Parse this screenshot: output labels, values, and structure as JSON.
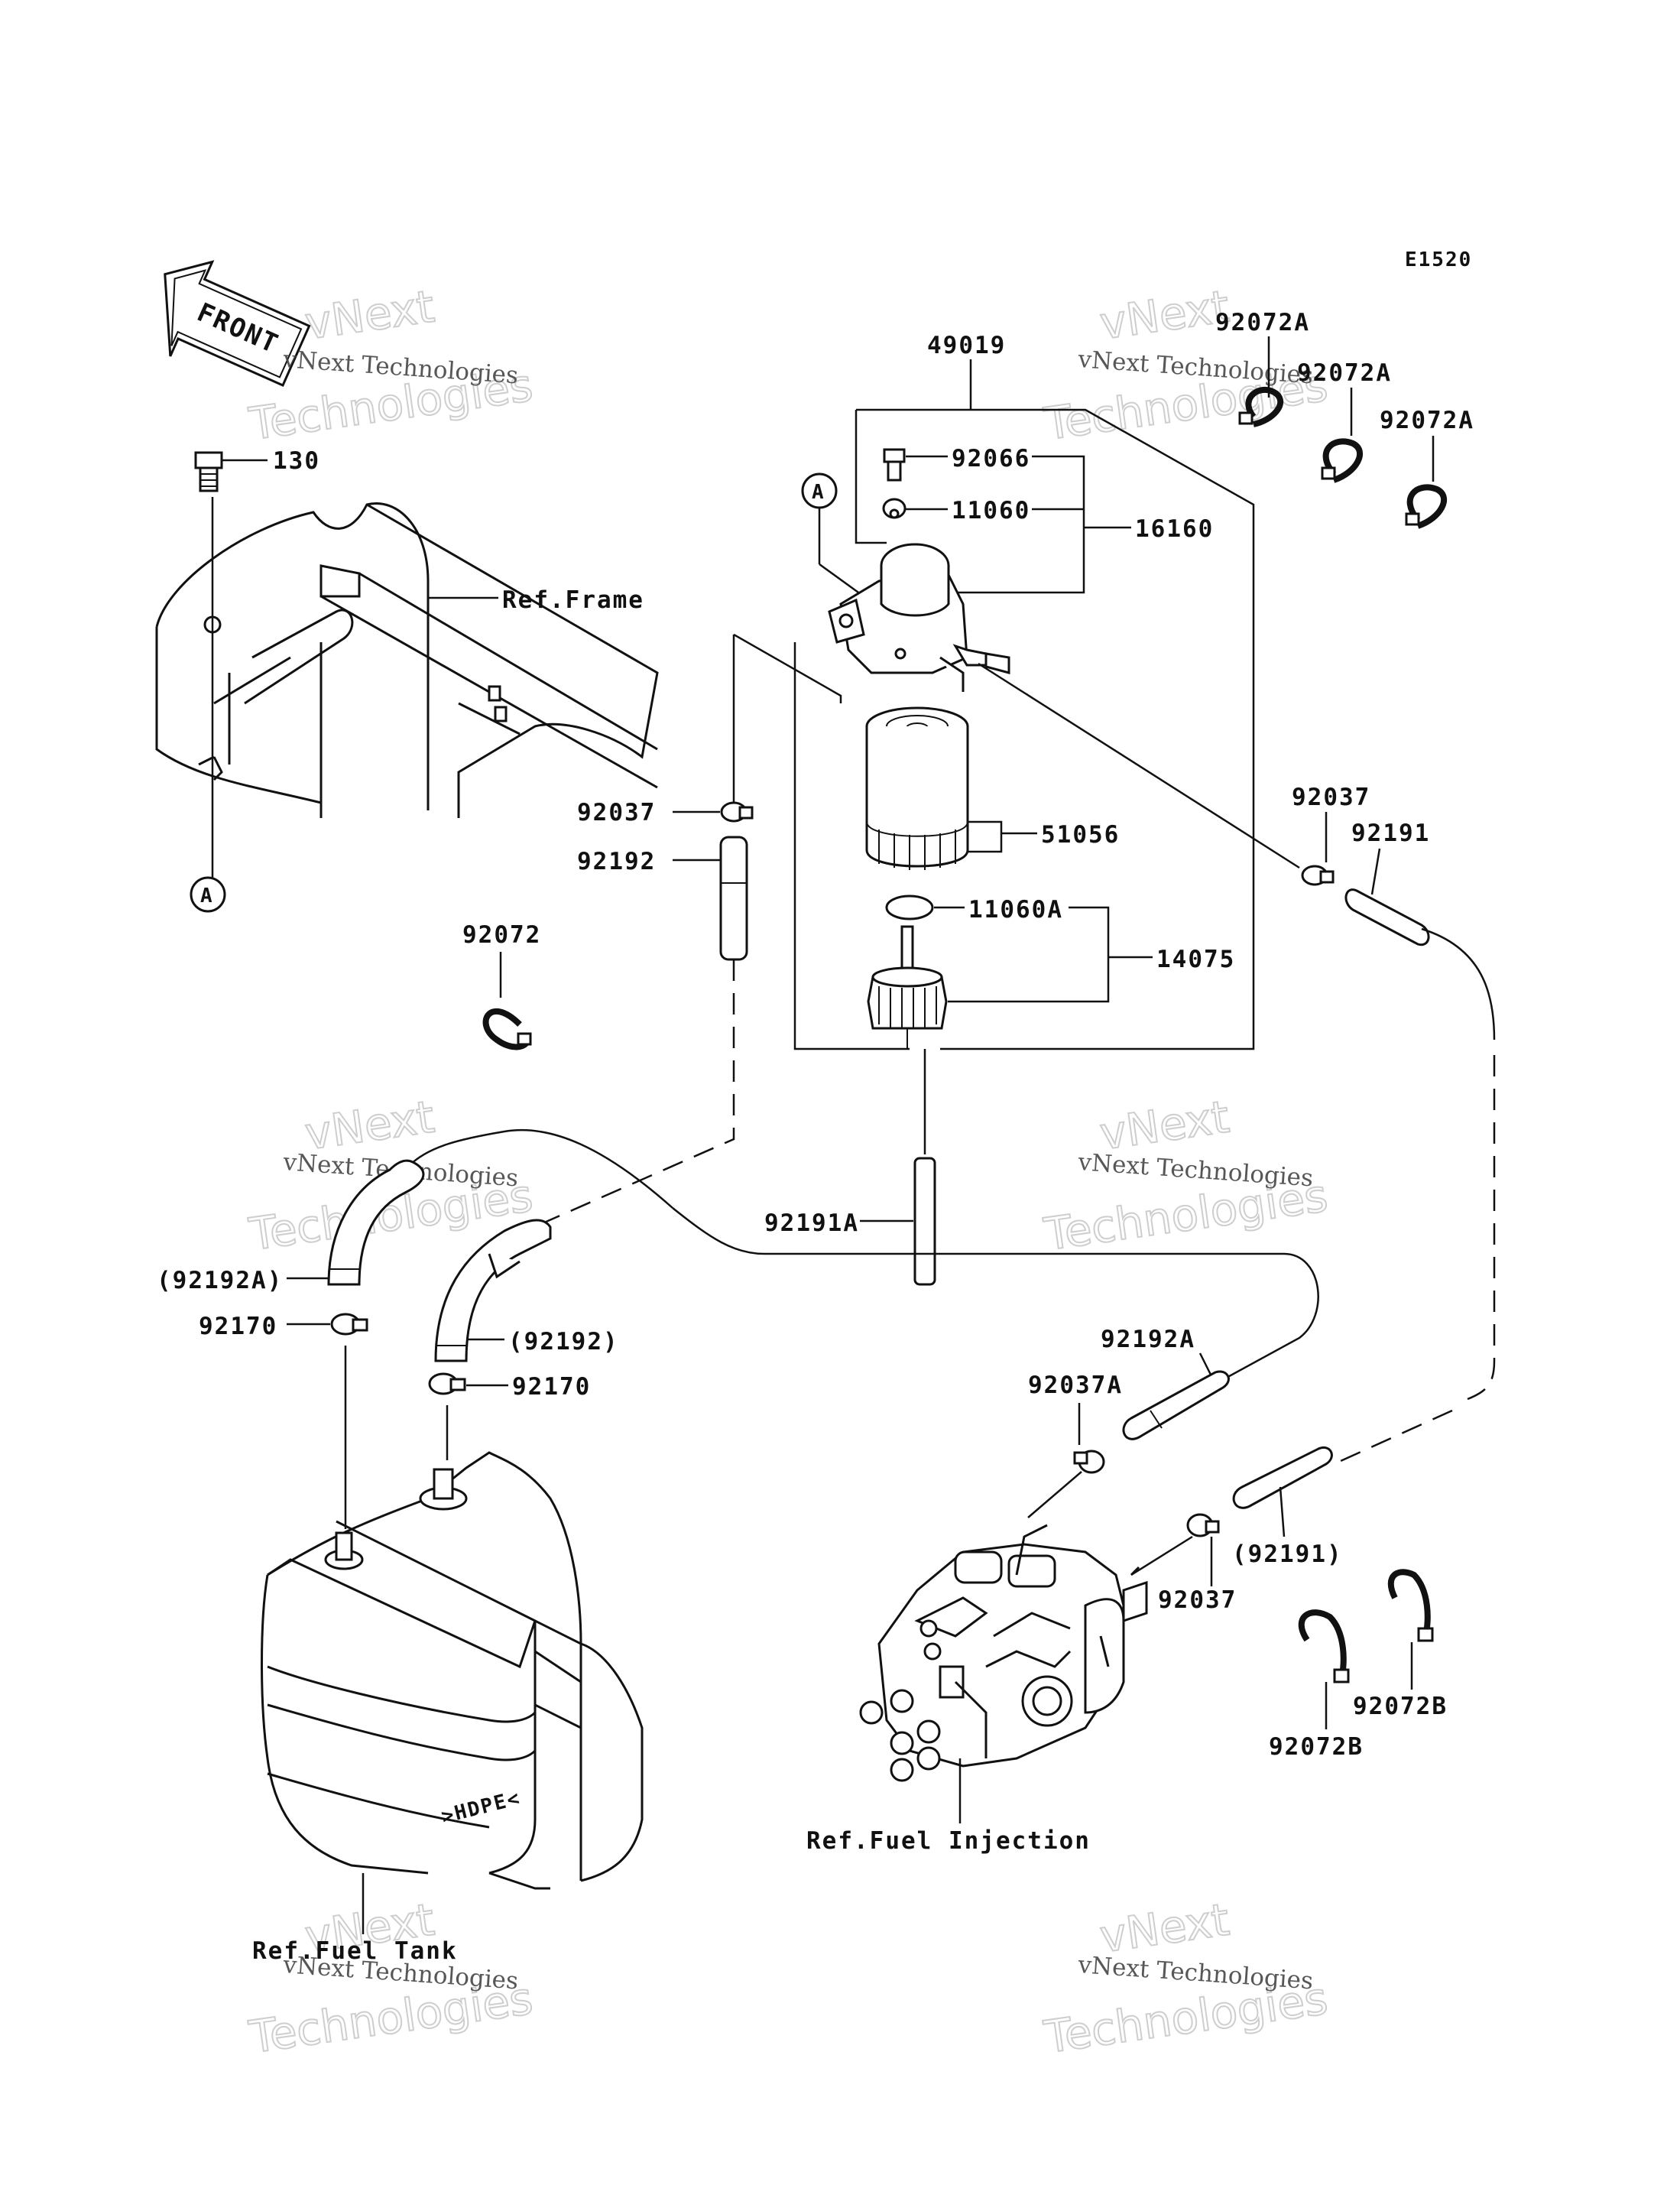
{
  "diagram_code": "E1520",
  "front_label": "FRONT",
  "callout_marker": "A",
  "watermark": {
    "line1": "vNext Technologies",
    "line2": "Technologies",
    "line3": "vNext"
  },
  "parts": [
    {
      "id": "p-49019",
      "label": "49019"
    },
    {
      "id": "p-92072A-1",
      "label": "92072A"
    },
    {
      "id": "p-92072A-2",
      "label": "92072A"
    },
    {
      "id": "p-92072A-3",
      "label": "92072A"
    },
    {
      "id": "p-130",
      "label": "130"
    },
    {
      "id": "p-92066",
      "label": "92066"
    },
    {
      "id": "p-11060",
      "label": "11060"
    },
    {
      "id": "p-16160",
      "label": "16160"
    },
    {
      "id": "p-92037-1",
      "label": "92037"
    },
    {
      "id": "p-92191-1",
      "label": "92191"
    },
    {
      "id": "p-92037-2",
      "label": "92037"
    },
    {
      "id": "p-51056",
      "label": "51056"
    },
    {
      "id": "p-92192-1",
      "label": "92192"
    },
    {
      "id": "p-11060A",
      "label": "11060A"
    },
    {
      "id": "p-14075",
      "label": "14075"
    },
    {
      "id": "p-92072",
      "label": "92072"
    },
    {
      "id": "p-92191A",
      "label": "92191A"
    },
    {
      "id": "p-92192A-paren",
      "label": "(92192A)"
    },
    {
      "id": "p-92170-1",
      "label": "92170"
    },
    {
      "id": "p-92192-paren",
      "label": "(92192)"
    },
    {
      "id": "p-92170-2",
      "label": "92170"
    },
    {
      "id": "p-92192A",
      "label": "92192A"
    },
    {
      "id": "p-92037A",
      "label": "92037A"
    },
    {
      "id": "p-92191-paren",
      "label": "(92191)"
    },
    {
      "id": "p-92037-3",
      "label": "92037"
    },
    {
      "id": "p-92072B-1",
      "label": "92072B"
    },
    {
      "id": "p-92072B-2",
      "label": "92072B"
    }
  ],
  "references": {
    "frame": "Ref.Frame",
    "fuel_injection": "Ref.Fuel Injection",
    "fuel_tank": "Ref.Fuel Tank"
  },
  "tank_marking": ">HDPE<"
}
